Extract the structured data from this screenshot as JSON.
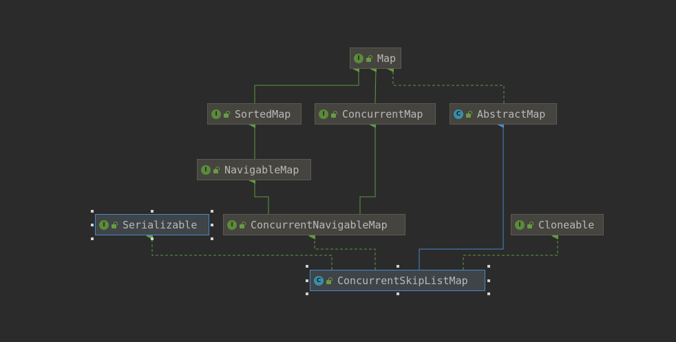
{
  "nodes": {
    "map": {
      "name": "Map",
      "kind": "interface",
      "badge": "I"
    },
    "sorted_map": {
      "name": "SortedMap",
      "kind": "interface",
      "badge": "I"
    },
    "concurrent_map": {
      "name": "ConcurrentMap",
      "kind": "interface",
      "badge": "I"
    },
    "abstract_map": {
      "name": "AbstractMap",
      "kind": "abstract-class",
      "badge": "C"
    },
    "navigable_map": {
      "name": "NavigableMap",
      "kind": "interface",
      "badge": "I"
    },
    "serializable": {
      "name": "Serializable",
      "kind": "interface",
      "badge": "I",
      "selected": true
    },
    "concurrent_navigable_map": {
      "name": "ConcurrentNavigableMap",
      "kind": "interface",
      "badge": "I"
    },
    "cloneable": {
      "name": "Cloneable",
      "kind": "interface",
      "badge": "I"
    },
    "concurrent_skip_list_map": {
      "name": "ConcurrentSkipListMap",
      "kind": "class",
      "badge": "C",
      "selected": true
    }
  },
  "edges": [
    {
      "from": "SortedMap",
      "to": "Map",
      "type": "extends-interface"
    },
    {
      "from": "ConcurrentMap",
      "to": "Map",
      "type": "extends-interface"
    },
    {
      "from": "AbstractMap",
      "to": "Map",
      "type": "implements"
    },
    {
      "from": "NavigableMap",
      "to": "SortedMap",
      "type": "extends-interface"
    },
    {
      "from": "ConcurrentNavigableMap",
      "to": "NavigableMap",
      "type": "extends-interface"
    },
    {
      "from": "ConcurrentNavigableMap",
      "to": "ConcurrentMap",
      "type": "extends-interface"
    },
    {
      "from": "ConcurrentSkipListMap",
      "to": "AbstractMap",
      "type": "extends-class"
    },
    {
      "from": "ConcurrentSkipListMap",
      "to": "ConcurrentNavigableMap",
      "type": "implements"
    },
    {
      "from": "ConcurrentSkipListMap",
      "to": "Serializable",
      "type": "implements"
    },
    {
      "from": "ConcurrentSkipListMap",
      "to": "Cloneable",
      "type": "implements"
    }
  ],
  "colors": {
    "background": "#2b2b2b",
    "node_fill": "#45443f",
    "node_text": "#b9b9b9",
    "interface_edge": "#5f9a45",
    "class_edge": "#4a88c7",
    "selection": "#4a88c7"
  }
}
